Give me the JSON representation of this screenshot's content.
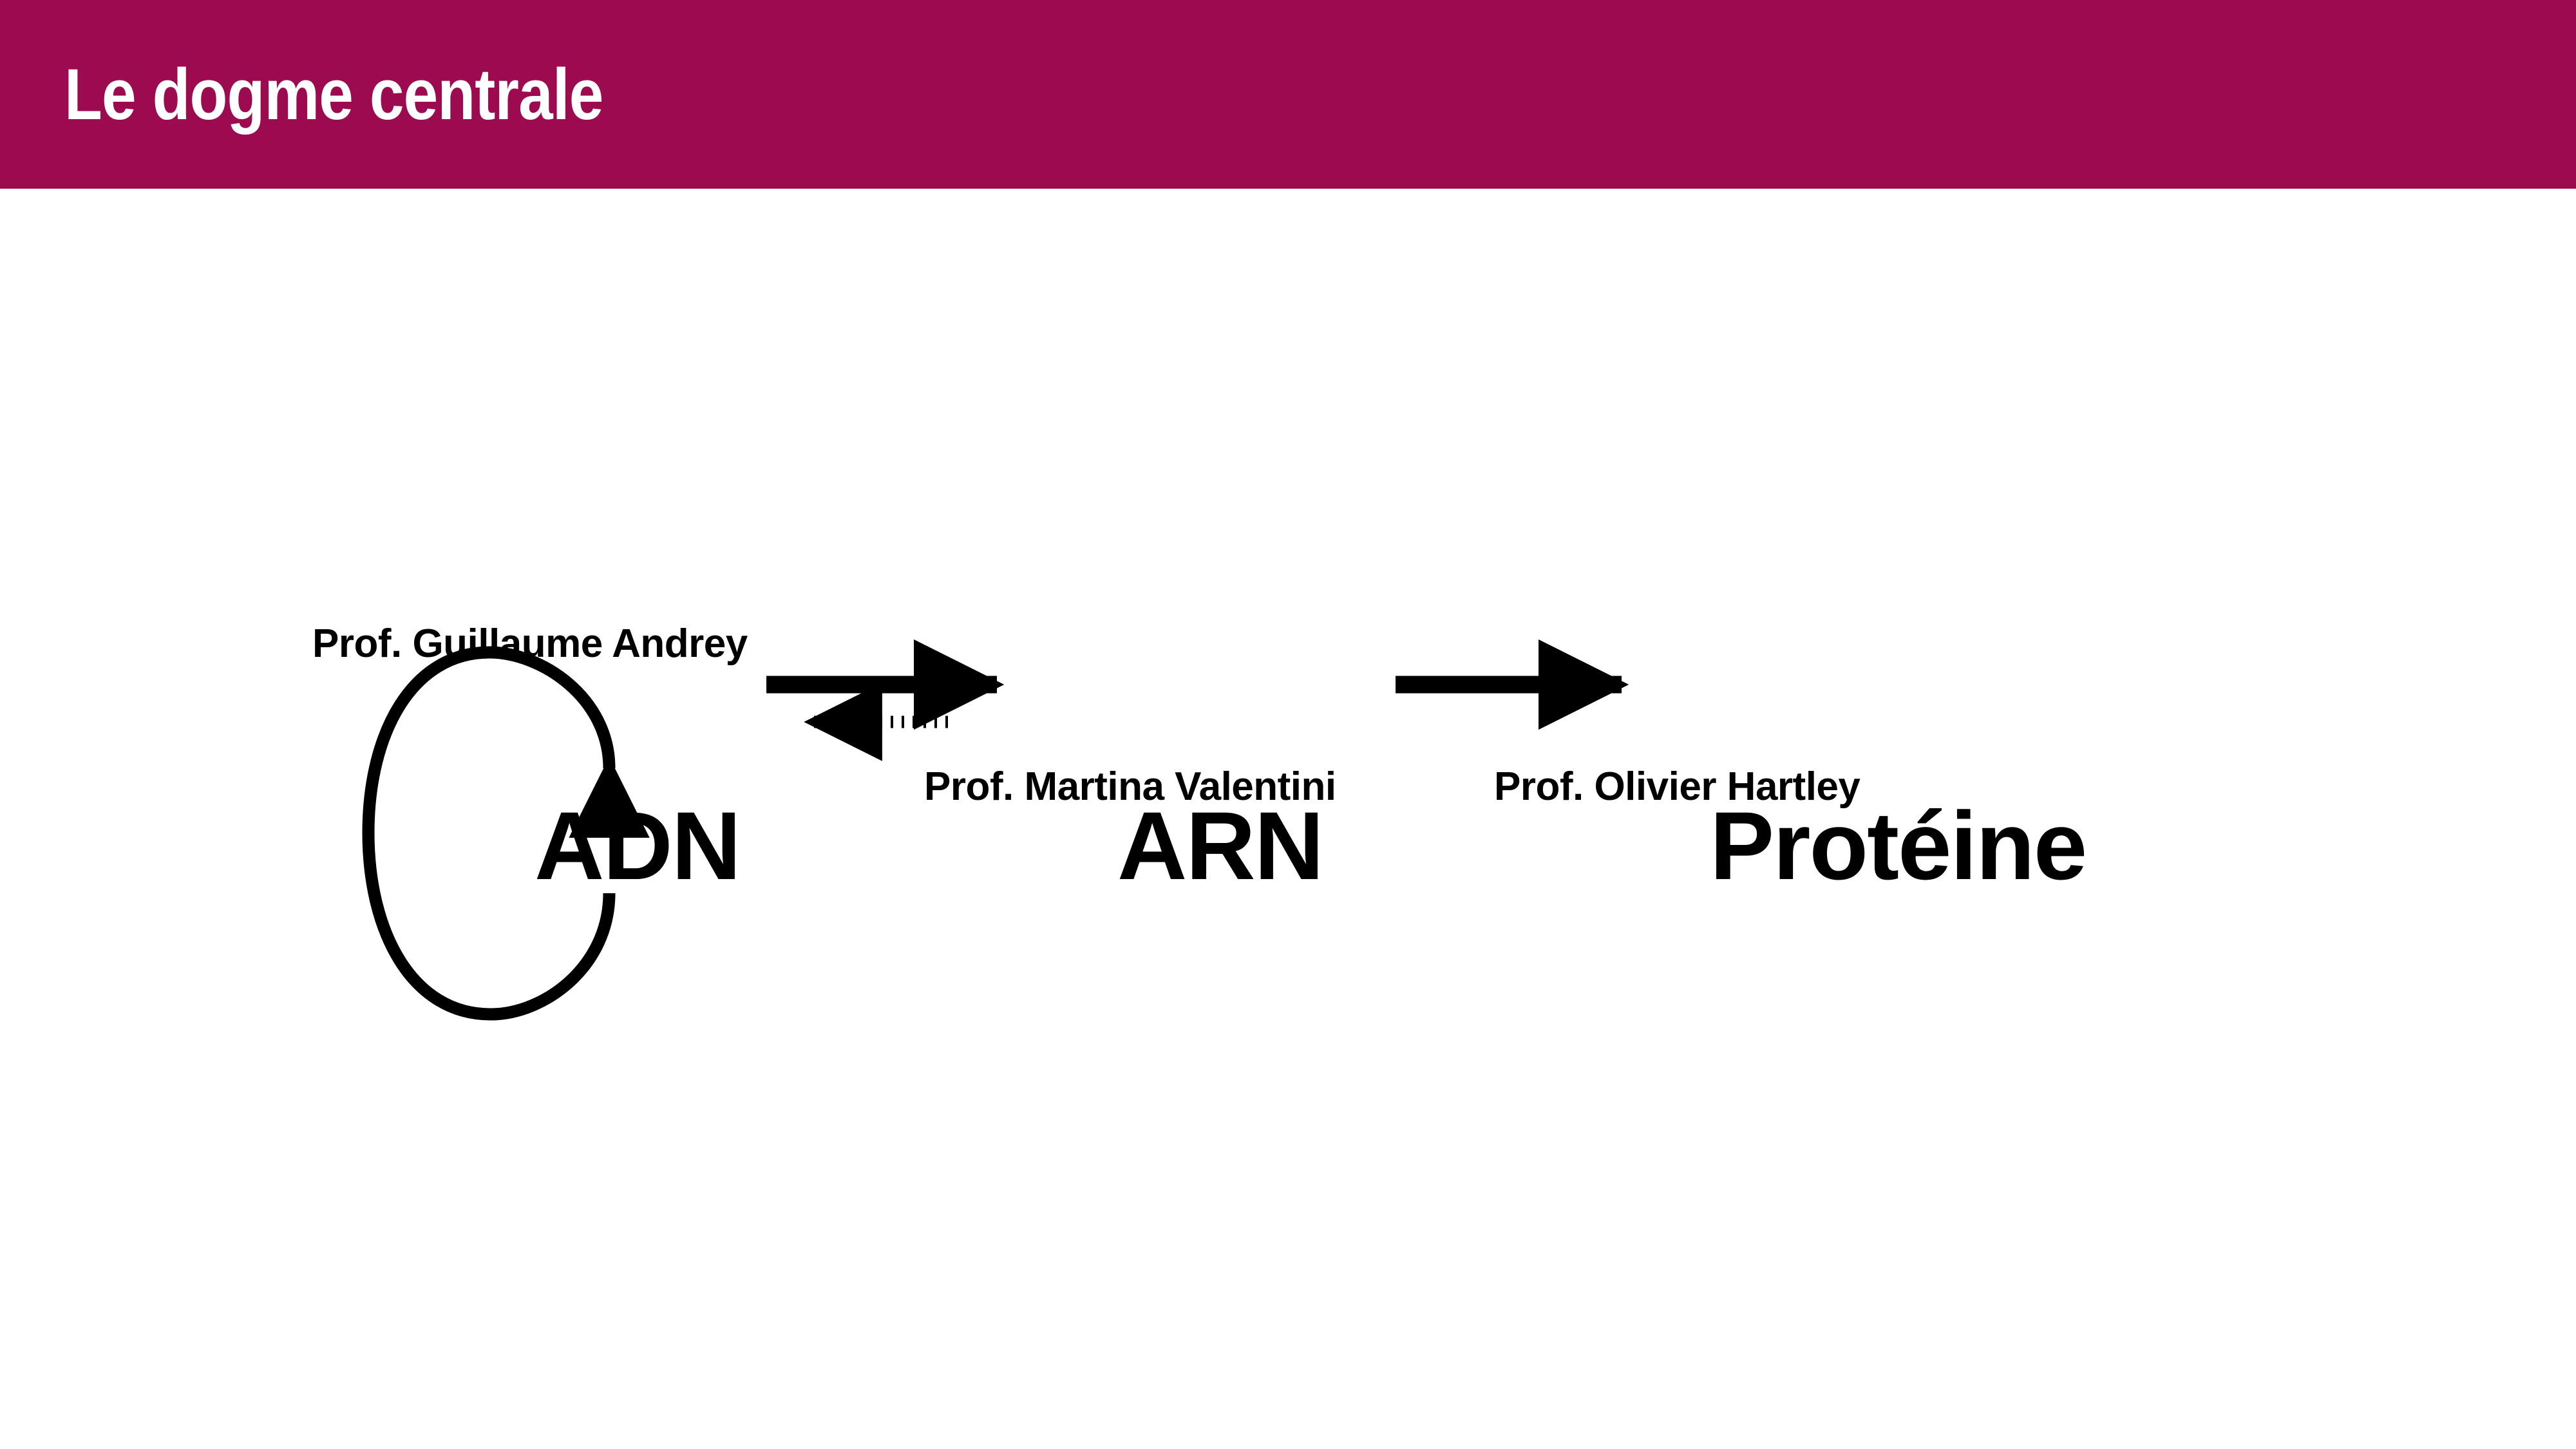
{
  "header": {
    "title": "Le dogme centrale",
    "background_color": "#9C0A4F",
    "text_color": "#FFFFFF"
  },
  "slide": {
    "background_color": "#FFFFFF",
    "ink_color": "#000000"
  },
  "diagram": {
    "title": "Le dogme centrale",
    "type": "central-dogma-flow",
    "nodes": [
      {
        "id": "adn",
        "label": "ADN"
      },
      {
        "id": "arn",
        "label": "ARN"
      },
      {
        "id": "proteine",
        "label": "Protéine"
      }
    ],
    "edges": [
      {
        "id": "replication",
        "from": "adn",
        "to": "adn",
        "style": "solid-loop",
        "direction": "self",
        "arrowhead": true
      },
      {
        "id": "transcription",
        "from": "adn",
        "to": "arn",
        "style": "solid",
        "direction": "right",
        "arrowhead": true
      },
      {
        "id": "reverse-transcription",
        "from": "arn",
        "to": "adn",
        "style": "dotted",
        "direction": "left",
        "arrowhead": true
      },
      {
        "id": "translation",
        "from": "arn",
        "to": "proteine",
        "style": "solid",
        "direction": "right",
        "arrowhead": true
      }
    ],
    "annotations": [
      {
        "id": "prof-andrey",
        "text": "Prof. Guillaume Andrey",
        "attached_to": "replication"
      },
      {
        "id": "prof-valentini",
        "text": "Prof. Martina Valentini",
        "attached_to": "transcription"
      },
      {
        "id": "prof-hartley",
        "text": "Prof. Olivier Hartley",
        "attached_to": "translation"
      }
    ]
  }
}
